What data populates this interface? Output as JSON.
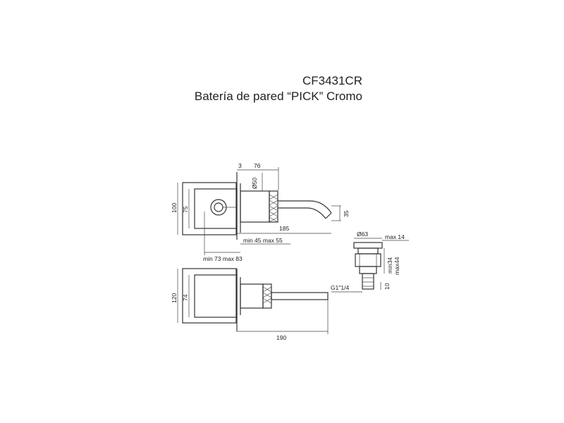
{
  "product": {
    "code": "CF3431CR",
    "name": "Batería de pared “PICK” Cromo"
  },
  "dimensions": {
    "d3": "3",
    "d76": "76",
    "d50": "Ø50",
    "d100": "100",
    "d75": "75",
    "d35": "35",
    "d185": "185",
    "min45max55": "min 45 max 55",
    "min73max83": "min 73 max 83",
    "d63": "Ø63",
    "max14": "max 14",
    "min34": "min34",
    "max44": "max44",
    "d10": "10",
    "g1": "G1\"1/4",
    "d120": "120",
    "d74": "74",
    "d190": "190"
  },
  "colors": {
    "line": "#333333",
    "background": "#ffffff"
  }
}
